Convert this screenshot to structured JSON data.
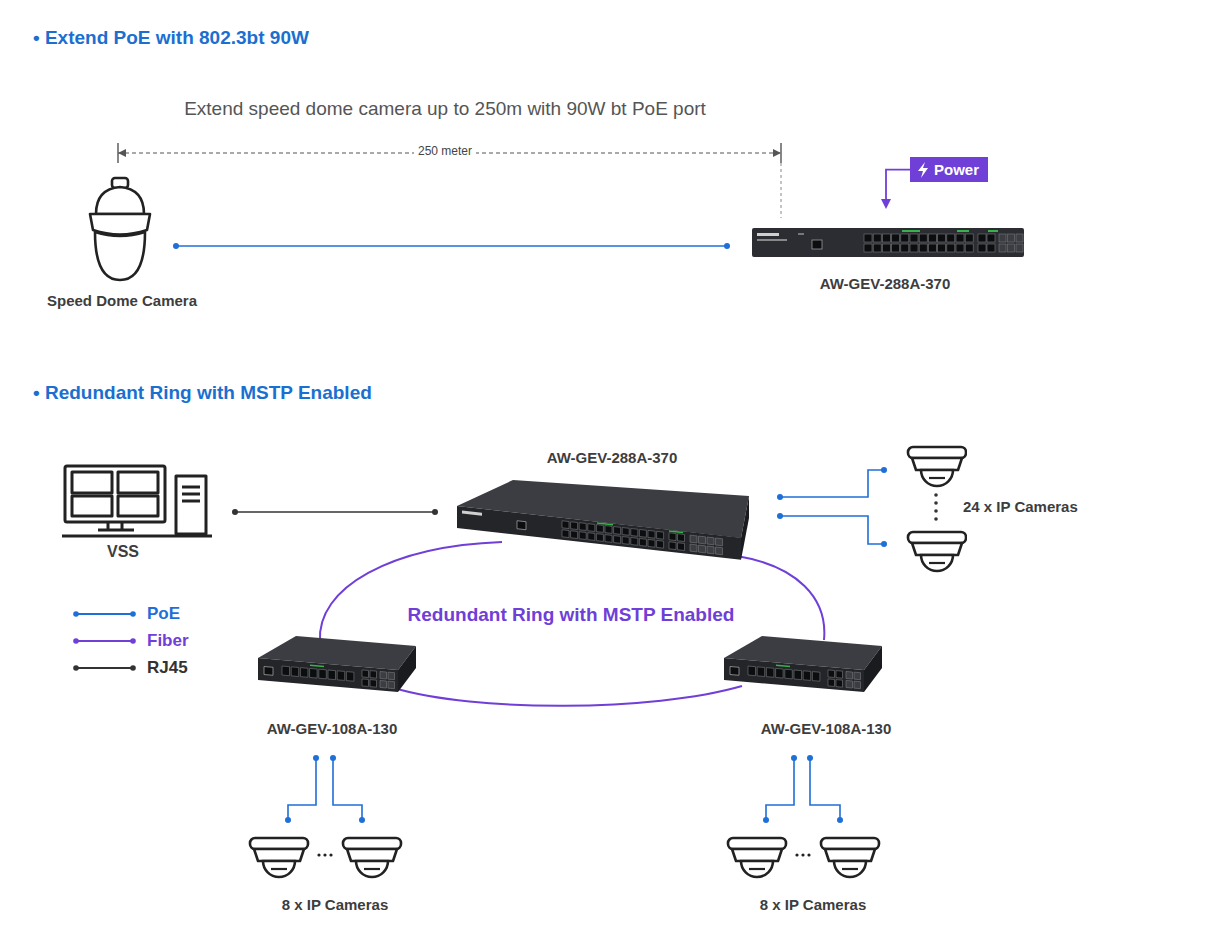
{
  "diagram": {
    "nodes": [
      {
        "text": [
          "Speed Dome Camera"
        ]
      },
      {
        "text": [
          "Power"
        ]
      },
      {
        "text": [
          "AW-GEV-288A-370"
        ]
      },
      {
        "text": [
          "VSS"
        ]
      },
      {
        "text": [
          "AW-GEV-288A-370"
        ]
      },
      {
        "text": [
          "24 x IP Cameras"
        ]
      },
      {
        "text": [
          "AW-GEV-108A-130"
        ]
      },
      {
        "text": [
          "AW-GEV-108A-130"
        ]
      },
      {
        "text": [
          "8 x IP Cameras"
        ]
      },
      {
        "text": [
          "8 x IP Cameras"
        ]
      }
    ],
    "edges": [
      {
        "from": 0,
        "to": 2,
        "arrow": "none"
      },
      {
        "from": 1,
        "to": 2,
        "arrow": "to"
      },
      {
        "from": 3,
        "to": 4,
        "arrow": "none"
      },
      {
        "from": 4,
        "to": 5,
        "arrow": "none"
      },
      {
        "from": 4,
        "to": 6,
        "arrow": "none"
      },
      {
        "from": 6,
        "to": 7,
        "arrow": "none"
      },
      {
        "from": 7,
        "to": 4,
        "arrow": "none"
      },
      {
        "from": 6,
        "to": 8,
        "arrow": "none"
      },
      {
        "from": 7,
        "to": 9,
        "arrow": "none"
      }
    ],
    "labels": [
      "• Extend PoE with 802.3bt 90W",
      "Extend speed dome camera up to 250m with 90W bt PoE port",
      "250 meter",
      "• Redundant Ring with MSTP Enabled",
      "Redundant Ring with MSTP Enabled"
    ],
    "legend": [
      {
        "text": "PoE",
        "color": "#1f6fd8"
      },
      {
        "text": "Fiber",
        "color": "#6f3fd8"
      },
      {
        "text": "RJ45",
        "color": "#333333"
      }
    ]
  }
}
